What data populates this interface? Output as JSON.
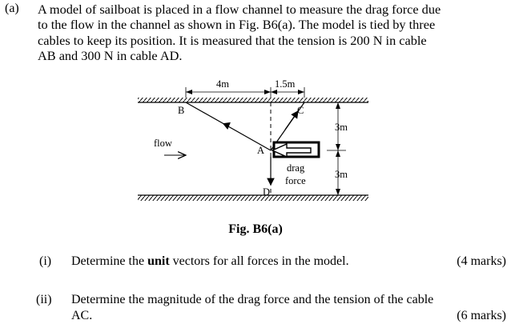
{
  "part_label": "(a)",
  "intro_lines": [
    "A model of sailboat is placed in a flow channel to measure the drag force due",
    "to the flow in the channel as shown in Fig. B6(a).  The model is tied by three",
    "cables to keep its position.  It is measured that the tension is 200 N in cable",
    "AB and 300 N in cable AD."
  ],
  "figure": {
    "dim_top_left": "4m",
    "dim_top_right": "1.5m",
    "dim_right_upper": "3m",
    "dim_right_lower": "3m",
    "point_b": "B",
    "point_c": "C",
    "point_a": "A",
    "point_d": "D",
    "flow_label": "flow",
    "drag_label_1": "drag",
    "drag_label_2": "force"
  },
  "caption": "Fig. B6(a)",
  "questions": [
    {
      "num": "(i)",
      "text_before": "Determine the ",
      "text_bold": "unit",
      "text_after": " vectors for all forces in the model.",
      "marks": "(4 marks)"
    },
    {
      "num": "(ii)",
      "line1": "Determine the magnitude of the drag force and the tension of the cable",
      "line2": "AC.",
      "marks": "(6 marks)"
    }
  ]
}
